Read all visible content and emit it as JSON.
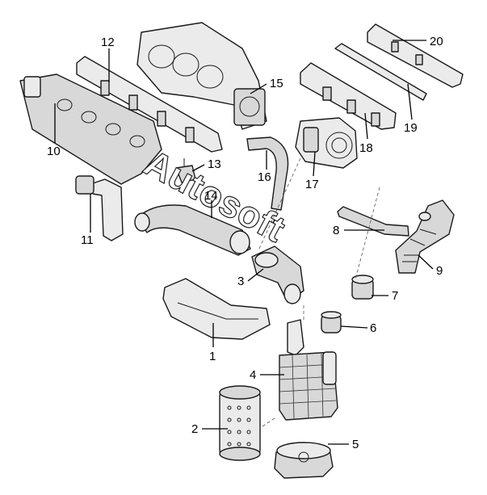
{
  "watermark": "Autosoft",
  "callouts": {
    "c1": "1",
    "c2": "2",
    "c3": "3",
    "c4": "4",
    "c5": "5",
    "c6": "6",
    "c7": "7",
    "c8": "8",
    "c9": "9",
    "c10": "10",
    "c11": "11",
    "c12": "12",
    "c13": "13",
    "c14": "14",
    "c15": "15",
    "c16": "16",
    "c17": "17",
    "c18": "18",
    "c19": "19",
    "c20": "20"
  }
}
